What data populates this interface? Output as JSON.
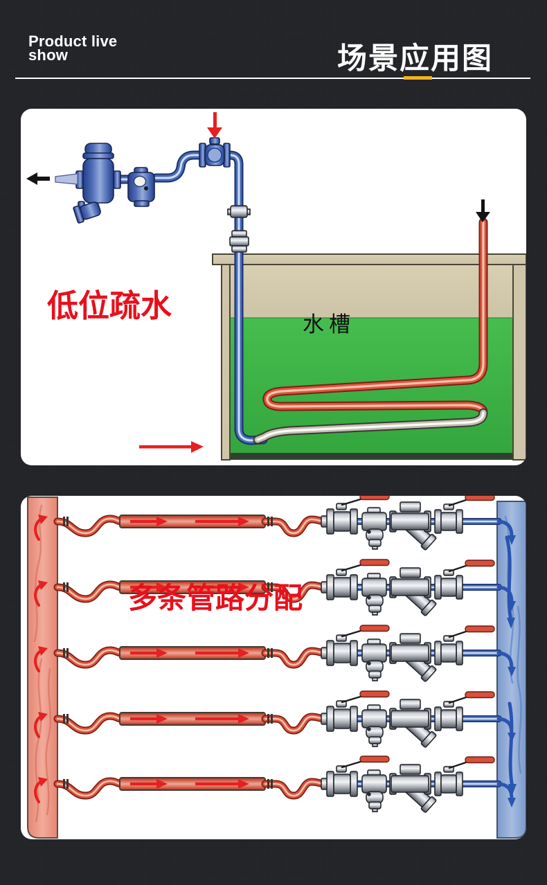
{
  "header": {
    "brand": {
      "line1": "Product live",
      "line2": "show"
    },
    "title": "场景应用图",
    "accent_color": "#f2b321"
  },
  "panel_low_drain": {
    "caption": "低位疏水",
    "tank_label": "水槽",
    "caption_color": "#e8101c",
    "icons": {
      "steam_inlet": "down-arrow",
      "condensate_outlet": "left-arrow",
      "flow_direction": "right-arrow",
      "hot_water_inlet": "down-arrow"
    }
  },
  "panel_multi_branch": {
    "caption": "多条管路分配",
    "caption_color": "#e8101c",
    "branch_count": 5,
    "supply_header_color": "#f2ab9b",
    "return_header_color": "#a6bce0",
    "icons": {
      "supply_flow": "up-arrow",
      "branch_flow": "right-arrow",
      "return_flow": "down-arrow"
    }
  },
  "colors": {
    "page_background": "#1f2125",
    "panel_background": "#ffffff",
    "hot_pipe_red": "#dd5540",
    "cold_pipe_blue": "#4a6cb4",
    "water_green": "#41b54b",
    "tank_tan": "#d6cdb2"
  }
}
